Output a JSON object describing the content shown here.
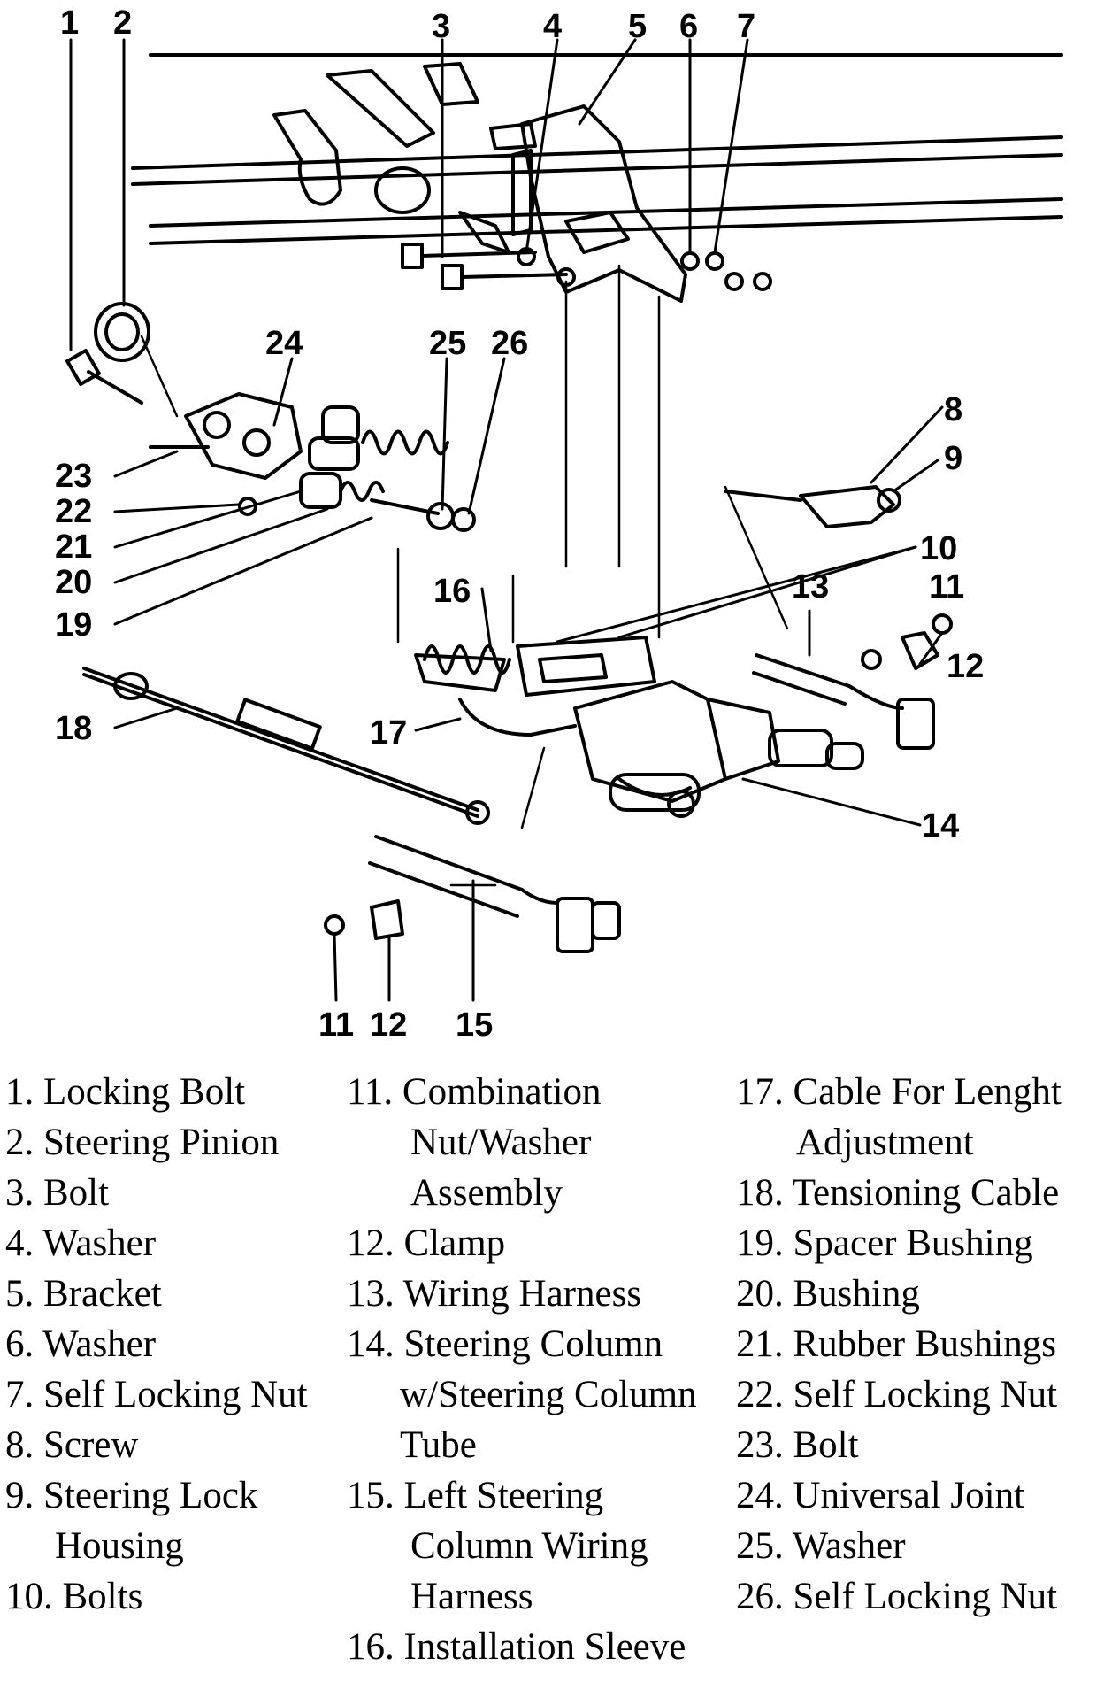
{
  "callouts": {
    "c1": "1",
    "c2": "2",
    "c3": "3",
    "c4": "4",
    "c5": "5",
    "c6": "6",
    "c7": "7",
    "c8": "8",
    "c9": "9",
    "c10": "10",
    "c11a": "11",
    "c11b": "11",
    "c12a": "12",
    "c12b": "12",
    "c13": "13",
    "c14": "14",
    "c15": "15",
    "c16": "16",
    "c17": "17",
    "c18": "18",
    "c19": "19",
    "c20": "20",
    "c21": "21",
    "c22": "22",
    "c23": "23",
    "c24": "24",
    "c25": "25",
    "c26": "26"
  },
  "legend": {
    "col1": [
      "1. Locking Bolt",
      "2. Steering Pinion",
      "3. Bolt",
      "4. Washer",
      "5. Bracket",
      "6. Washer",
      "7. Self Locking Nut",
      "8. Screw",
      "9. Steering Lock",
      "Housing",
      "10. Bolts"
    ],
    "col2": [
      "11. Combination",
      "Nut/Washer",
      "Assembly",
      "12. Clamp",
      "13. Wiring Harness",
      "14. Steering Column",
      "w/Steering Column",
      "Tube",
      "15. Left Steering",
      "Column Wiring",
      "Harness",
      "16. Installation Sleeve"
    ],
    "col3": [
      "17. Cable For Lenght",
      "Adjustment",
      "18. Tensioning Cable",
      "19. Spacer Bushing",
      "20. Bushing",
      "21. Rubber Bushings",
      "22. Self Locking Nut",
      "23. Bolt",
      "24. Universal Joint",
      "25. Washer",
      "26. Self Locking Nut"
    ]
  }
}
